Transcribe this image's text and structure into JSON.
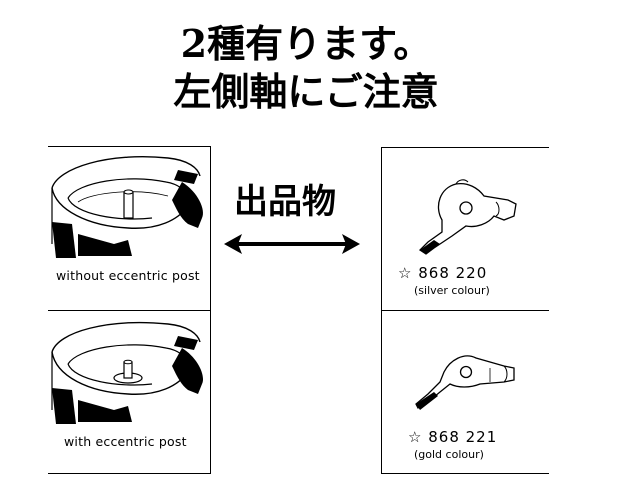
{
  "heading": {
    "line1": "2種有ります。",
    "line2": "左側軸にご注意"
  },
  "center": {
    "label": "出品物"
  },
  "left_panels": [
    {
      "caption": "without eccentric post"
    },
    {
      "caption": "with eccentric post"
    }
  ],
  "right_panels": [
    {
      "star": "☆",
      "code": "868 220",
      "colour": "(silver colour)"
    },
    {
      "star": "☆",
      "code": "868 221",
      "colour": "(gold colour)"
    }
  ]
}
